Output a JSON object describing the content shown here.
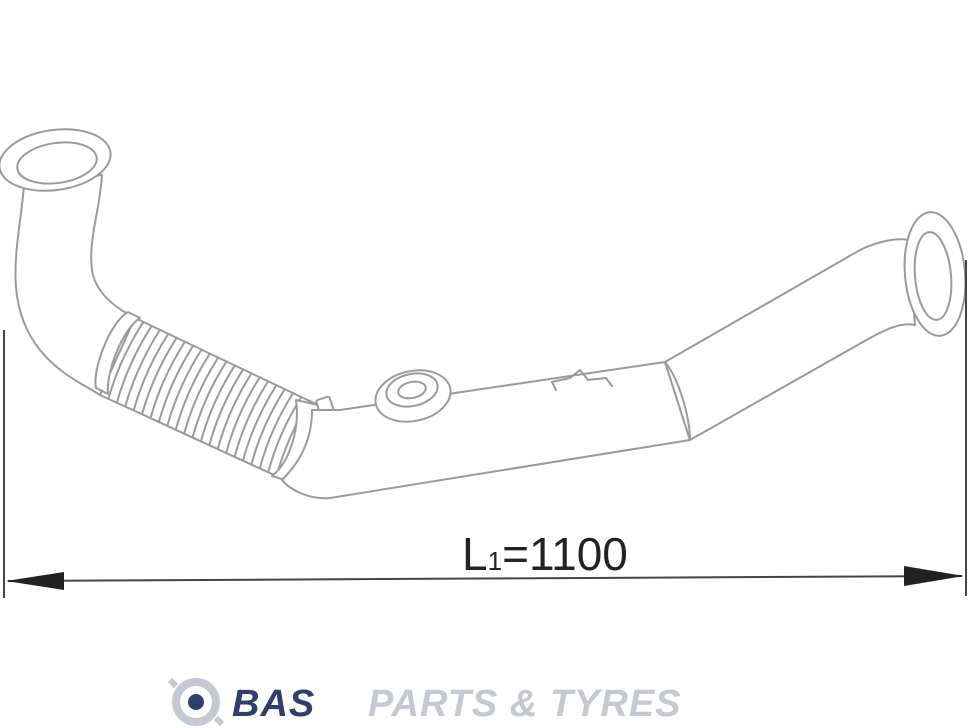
{
  "dimension": {
    "symbol": "L",
    "subscript": "1",
    "equals": "=",
    "value": "1100"
  },
  "brand": {
    "name_primary": "BAS",
    "name_secondary": "PARTS & TYRES",
    "primary_color": "#2f3f6a",
    "secondary_color": "#c4c8d2"
  },
  "colors": {
    "line": "#9a9a9a",
    "dimension_line": "#444444"
  }
}
